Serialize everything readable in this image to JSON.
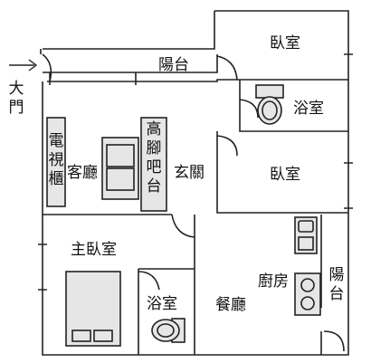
{
  "rooms": {
    "bedroom_top": "臥室",
    "balcony_top": "陽台",
    "bathroom_top": "浴室",
    "bedroom_mid": "臥室",
    "living_room": "客廳",
    "foyer": "玄關",
    "master_bedroom": "主臥室",
    "bathroom_bottom": "浴室",
    "dining_room": "餐廳",
    "kitchen": "廚房",
    "balcony_right": "陽台"
  },
  "fixtures": {
    "tv_cabinet": "電視櫃",
    "bar_counter": "高腳吧台"
  },
  "entrance": {
    "label": "大門"
  }
}
